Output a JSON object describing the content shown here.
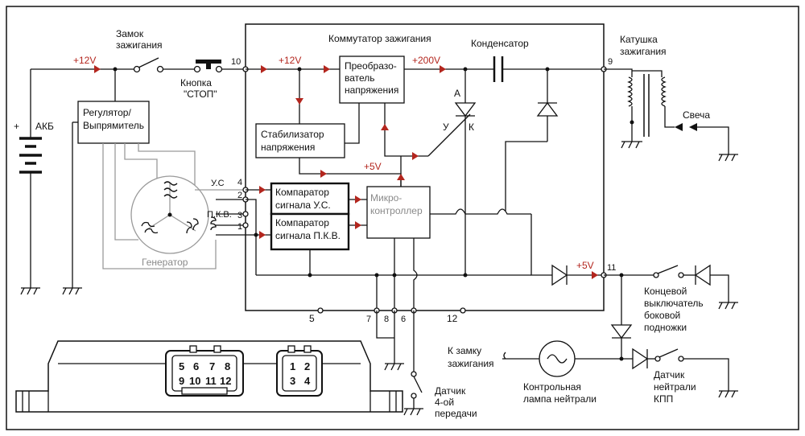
{
  "diagram": {
    "frame_color": "#111111",
    "accent_color": "#b3261e",
    "labels": {
      "module_title": "Коммутатор зажигания",
      "ignition_lock": [
        "Замок",
        "зажигания"
      ],
      "stop_button": [
        "Кнопка",
        "\"СТОП\""
      ],
      "battery_plus": "+",
      "battery": "АКБ",
      "regulator": [
        "Регулятор/",
        "Выпрямитель"
      ],
      "generator": "Генератор",
      "stabilizer": [
        "Стабилизатор",
        "напряжения"
      ],
      "converter": [
        "Преобразо-",
        "ватель",
        "напряжения"
      ],
      "capacitor": "Конденсатор",
      "thyristor_a": "А",
      "thyristor_u": "У",
      "thyristor_k": "К",
      "coil": [
        "Катушка",
        "зажигания"
      ],
      "spark_plug": "Свеча",
      "comparator_us": [
        "Компаратор",
        "сигнала У.С."
      ],
      "comparator_pkv": [
        "Компаратор",
        "сигнала П.К.В."
      ],
      "microcontroller": [
        "Микро-",
        "контроллер"
      ],
      "sensor_us": "У.С",
      "sensor_pkv": "П.К.В.",
      "side_stand": [
        "Концевой",
        "выключатель",
        "боковой",
        "подножки"
      ],
      "to_lock": [
        "К замку",
        "зажигания"
      ],
      "neutral_lamp": [
        "Контрольная",
        "лампа нейтрали"
      ],
      "neutral_sensor": [
        "Датчик",
        "нейтрали",
        "КПП"
      ],
      "gear4_sensor": [
        "Датчик",
        "4-ой",
        "передачи"
      ]
    },
    "voltages": {
      "v12_left": "+12V",
      "v12_inside": "+12V",
      "v200": "+200V",
      "v5_mcu": "+5V",
      "v5_out": "+5V"
    },
    "pins": {
      "p10": "10",
      "p9": "9",
      "p4": "4",
      "p2": "2",
      "p3": "3",
      "p1": "1",
      "p11": "11",
      "p5": "5",
      "p7": "7",
      "p8": "8",
      "p6": "6",
      "p12": "12"
    },
    "connector_large": {
      "row1": [
        "5",
        "6",
        "7",
        "8"
      ],
      "row2": [
        "9",
        "10",
        "11",
        "12"
      ]
    },
    "connector_small": {
      "row1": [
        "1",
        "2"
      ],
      "row2": [
        "3",
        "4"
      ]
    }
  }
}
